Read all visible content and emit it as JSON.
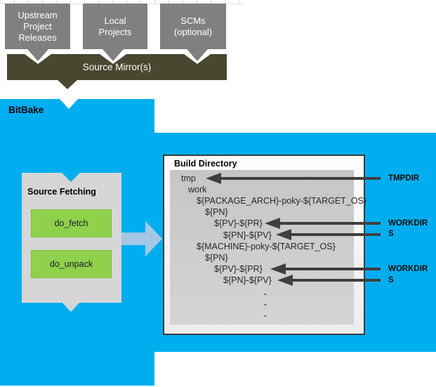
{
  "colors": {
    "bitbake_blue": "#00AEEF",
    "gray_box": "#808080",
    "mirror_olive": "#4A4730",
    "task_green": "#8FD04C",
    "flow_arrow_blue": "#A5C6E5",
    "panel_gray": "#D6D6D6",
    "inner_gray": "#CCCCCC",
    "annotation_arrow": "#3F3F3F"
  },
  "top_flow": {
    "boxes": [
      {
        "lines": [
          "Upstream",
          "Project",
          "Releases"
        ]
      },
      {
        "lines": [
          "Local",
          "Projects"
        ]
      },
      {
        "lines": [
          "SCMs",
          "(optional)"
        ]
      }
    ],
    "mirror": "Source Mirror(s)"
  },
  "bitbake": {
    "label": "BitBake"
  },
  "source_fetching": {
    "title": "Source Fetching",
    "tasks": [
      "do_fetch",
      "do_unpack"
    ]
  },
  "build_directory": {
    "title": "Build Directory",
    "tree": [
      {
        "text": "tmp"
      },
      {
        "text": "work"
      },
      {
        "text": "${PACKAGE_ARCH}-poky-${TARGET_OS}"
      },
      {
        "text": "${PN}"
      },
      {
        "text": "${PV}-${PR}"
      },
      {
        "text": "${PN}-${PV}"
      },
      {
        "text": "${MACHINE}-poky-${TARGET_OS}"
      },
      {
        "text": "${PN}"
      },
      {
        "text": "${PV}-${PR}"
      },
      {
        "text": "${PN}-${PV}"
      }
    ],
    "ellipsis": [
      ".",
      ".",
      "."
    ]
  },
  "annotations": [
    {
      "label": "TMPDIR"
    },
    {
      "label": "WORKDIR"
    },
    {
      "label": "S"
    },
    {
      "label": "WORKDIR"
    },
    {
      "label": "S"
    }
  ]
}
